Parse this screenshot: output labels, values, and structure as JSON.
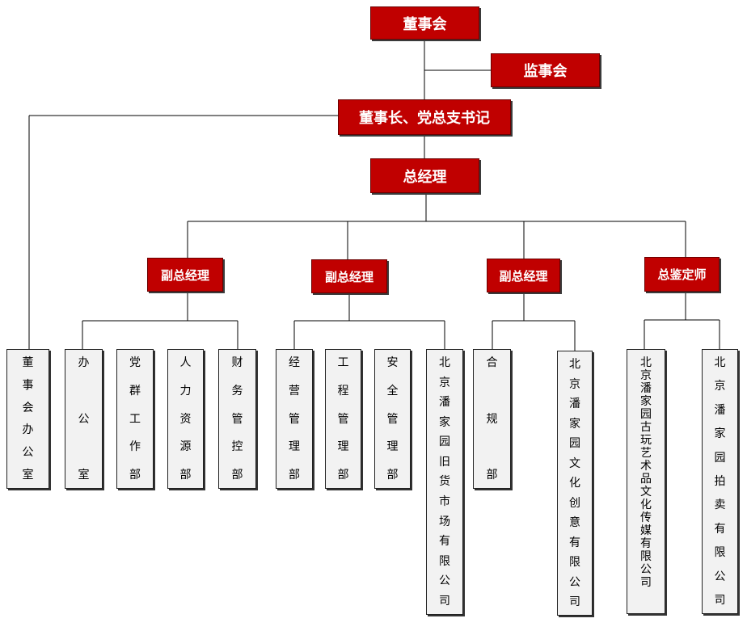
{
  "top": {
    "board": "董事会",
    "supervisors": "监事会",
    "chairman": "董事长、党总支书记",
    "gm": "总经理"
  },
  "managers": {
    "vp1": "副总经理",
    "vp2": "副总经理",
    "vp3": "副总经理",
    "appraiser": "总鉴定师"
  },
  "departments": {
    "board_office": "董事会办公室",
    "office": "办公室",
    "party": "党群工作部",
    "hr": "人力资源部",
    "finance": "财务管控部",
    "operations": "经营管理部",
    "engineering": "工程管理部",
    "safety": "安全管理部",
    "market": "北京潘家园旧货市场有限公司",
    "compliance": "合规部",
    "culture": "北京潘家园文化创意有限公司",
    "antique": "北京潘家园古玩艺术品文化传媒有限公司",
    "auction": "北京潘家园拍卖有限公司"
  },
  "colors": {
    "node_fill": "#c00000",
    "node_text": "#ffffff",
    "dept_fill": "#f2f2f2",
    "line": "#000000"
  }
}
